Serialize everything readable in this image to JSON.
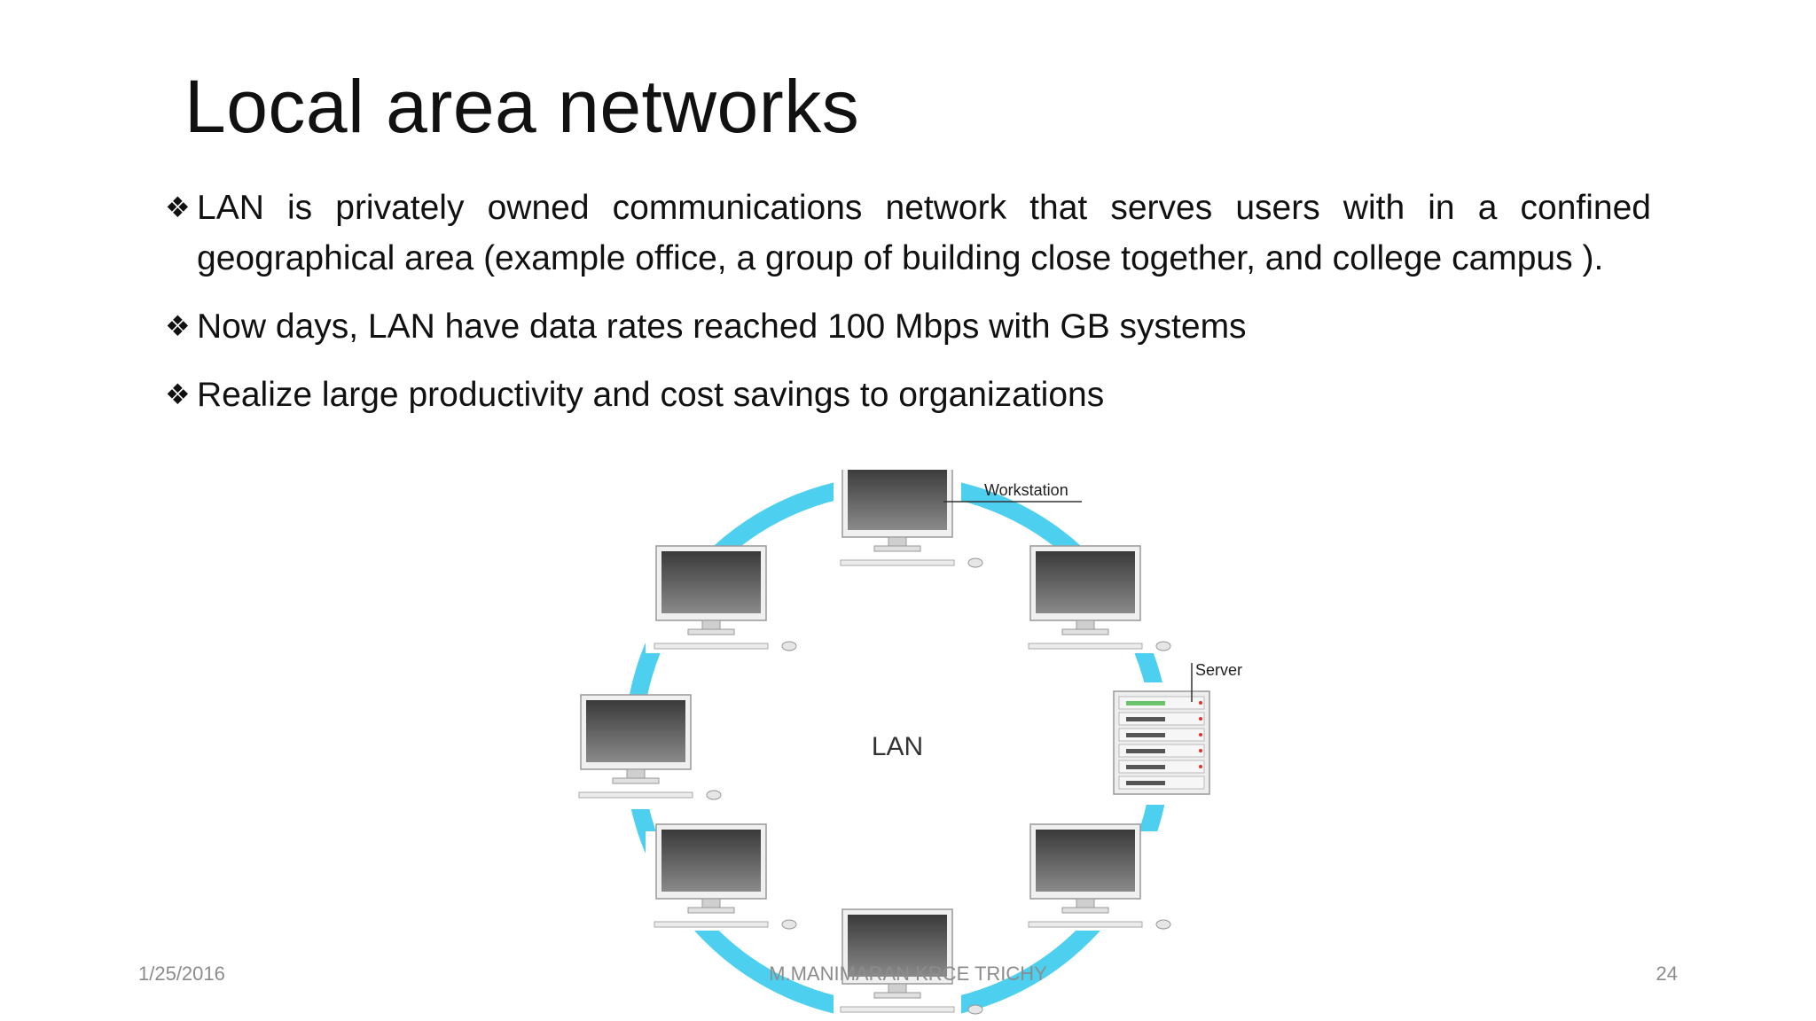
{
  "slide": {
    "title": "Local area networks",
    "bullets": [
      {
        "marker": "❖",
        "text": "LAN is privately owned communications network that serves users with in a confined geographical area (example office, a group of building close together, and college campus )."
      },
      {
        "marker": "❖",
        "text": "Now days, LAN have data rates reached 100 Mbps with GB systems"
      },
      {
        "marker": "❖",
        "text": "Realize large productivity and cost savings to organizations"
      }
    ],
    "diagram": {
      "center_label": "LAN",
      "workstation_label": "Workstation",
      "server_label": "Server",
      "ring_color": "#4dd0f0"
    },
    "footer": {
      "date": "1/25/2016",
      "author": "M.MANIMARAN KRCE TRICHY",
      "page_number": "24"
    }
  }
}
